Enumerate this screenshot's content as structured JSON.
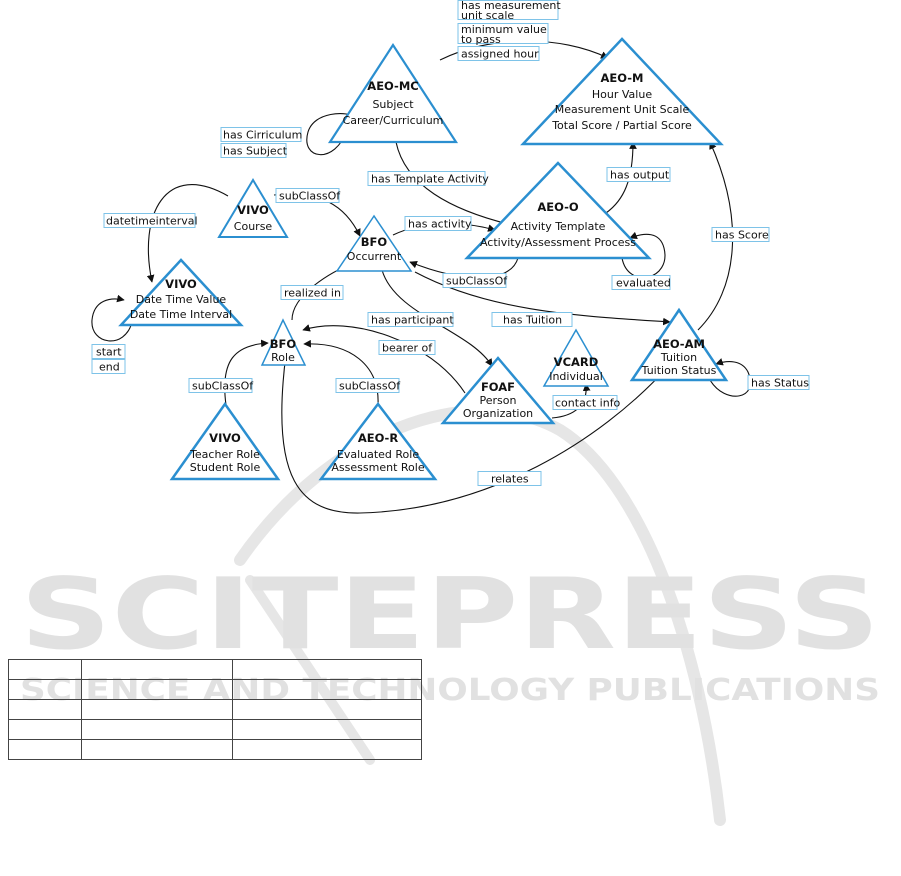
{
  "nodes": [
    {
      "id": "aeo_mc",
      "name": "AEO-MC",
      "lines": [
        "Subject",
        "Career/Curriculum"
      ]
    },
    {
      "id": "aeo_m",
      "name": "AEO-M",
      "lines": [
        "Hour Value",
        "Measurement Unit Scale",
        "Total Score / Partial Score"
      ]
    },
    {
      "id": "vivo_course",
      "name": "VIVO",
      "lines": [
        "Course"
      ]
    },
    {
      "id": "bfo_occurrent",
      "name": "BFO",
      "lines": [
        "Occurrent"
      ]
    },
    {
      "id": "aeo_o",
      "name": "AEO-O",
      "lines": [
        "Activity Template",
        "Activity/Assessment Process"
      ]
    },
    {
      "id": "vivo_datetime",
      "name": "VIVO",
      "lines": [
        "Date Time Value",
        "Date Time Interval"
      ]
    },
    {
      "id": "bfo_role",
      "name": "BFO",
      "lines": [
        "Role"
      ]
    },
    {
      "id": "aeo_am",
      "name": "AEO-AM",
      "lines": [
        "Tuition",
        "Tuition Status"
      ]
    },
    {
      "id": "vcard",
      "name": "VCARD",
      "lines": [
        "Individual"
      ]
    },
    {
      "id": "foaf",
      "name": "FOAF",
      "lines": [
        "Person",
        "Organization"
      ]
    },
    {
      "id": "vivo_roles",
      "name": "VIVO",
      "lines": [
        "Teacher Role",
        "Student Role"
      ]
    },
    {
      "id": "aeo_r",
      "name": "AEO-R",
      "lines": [
        "Evaluated Role",
        "Assessment Role"
      ]
    }
  ],
  "edges": [
    {
      "id": "mc_to_m_1",
      "label": "has measurement unit scale"
    },
    {
      "id": "mc_to_m_2",
      "label": "minimum value to pass"
    },
    {
      "id": "mc_to_m_3",
      "label": "assigned hour"
    },
    {
      "id": "mc_has_curriculum",
      "label": "has Cirriculum"
    },
    {
      "id": "mc_has_subject",
      "label": "has Subject"
    },
    {
      "id": "mc_template",
      "label": "has Template Activity"
    },
    {
      "id": "o_output",
      "label": "has output"
    },
    {
      "id": "am_score",
      "label": "has Score"
    },
    {
      "id": "course_subclass",
      "label": "subClassOf"
    },
    {
      "id": "datetimeinterval",
      "label": "datetimeinterval"
    },
    {
      "id": "has_activity",
      "label": "has activity"
    },
    {
      "id": "o_subclass",
      "label": "subClassOf"
    },
    {
      "id": "evaluated",
      "label": "evaluated"
    },
    {
      "id": "realized_in",
      "label": "realized in"
    },
    {
      "id": "has_participant",
      "label": "has participant"
    },
    {
      "id": "has_tuition",
      "label": "has Tuition"
    },
    {
      "id": "dt_start",
      "label": "start"
    },
    {
      "id": "dt_end",
      "label": "end"
    },
    {
      "id": "bearer_of",
      "label": "bearer of"
    },
    {
      "id": "has_status",
      "label": "has Status"
    },
    {
      "id": "vivo_roles_subclass",
      "label": "subClassOf"
    },
    {
      "id": "aeo_r_subclass",
      "label": "subClassOf"
    },
    {
      "id": "contact_info",
      "label": "contact info"
    },
    {
      "id": "relates",
      "label": "relates"
    }
  ],
  "watermark": {
    "brand": "SCITEPRESS",
    "tagline": "SCIENCE AND TECHNOLOGY PUBLICATIONS"
  },
  "colors": {
    "node_stroke": "#2b8fd0",
    "label_border": "#7ec3e8",
    "watermark": "#e1e1e1"
  },
  "table": {
    "rows": 5,
    "cols": 3
  }
}
